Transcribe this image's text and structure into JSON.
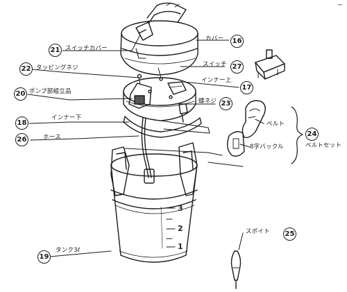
{
  "title_mark": "ー",
  "parts": [
    {
      "id": "switch-cover",
      "number": "21",
      "label": "スイッチカバー"
    },
    {
      "id": "cover",
      "number": "16",
      "label": "カバー"
    },
    {
      "id": "tapping-screw",
      "number": "22",
      "label": "タッピングネジ"
    },
    {
      "id": "switch",
      "number": "27",
      "label": "スイッチ"
    },
    {
      "id": "inner-upper",
      "number": "17",
      "label": "インナー上"
    },
    {
      "id": "pump-parts",
      "number": "20",
      "label": "ポンプ部組立品"
    },
    {
      "id": "thumbwheel",
      "number": "23",
      "label": "蝶ネジ"
    },
    {
      "id": "inner-lower",
      "number": "18",
      "label": "インナー下"
    },
    {
      "id": "hose",
      "number": "26",
      "label": "ホース"
    },
    {
      "id": "belt",
      "number": "",
      "label": "ベルト"
    },
    {
      "id": "buckle",
      "number": "",
      "label": "8字バックル"
    },
    {
      "id": "belt-set",
      "number": "24",
      "label": "ベルトセット"
    },
    {
      "id": "tank",
      "number": "19",
      "label": "タンク3ℓ"
    },
    {
      "id": "dropper",
      "number": "25",
      "label": "スポイト"
    }
  ],
  "tank_scale": [
    "3",
    "2",
    "1"
  ]
}
